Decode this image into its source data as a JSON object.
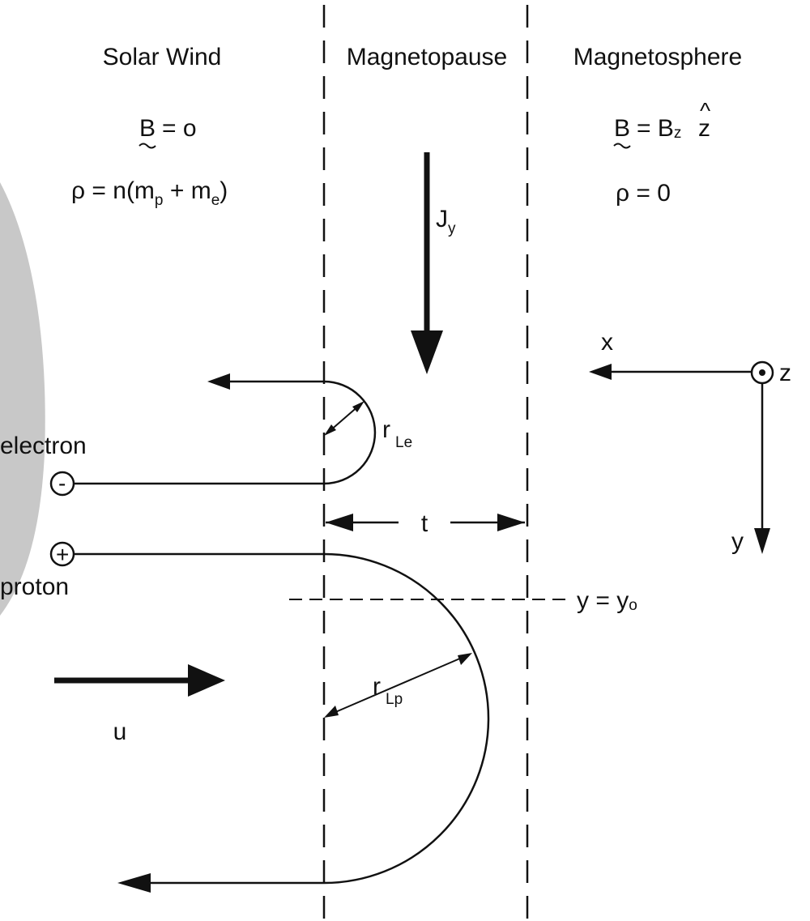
{
  "regions": {
    "left": "Solar Wind",
    "middle": "Magnetopause",
    "right": "Magnetosphere"
  },
  "solar_wind": {
    "b_symbol": "B",
    "b_value": "= o",
    "rho_prefix": "ρ = n(m",
    "rho_sub_p": "p",
    "rho_plus": " + m",
    "rho_sub_e": "e",
    "rho_close": ")"
  },
  "magnetosphere": {
    "b_symbol": "B",
    "b_eq": "= B",
    "b_sub": "z",
    "zhat": "z",
    "hat": "^",
    "rho": "ρ = 0"
  },
  "current": {
    "symbol": "J",
    "sub": "y"
  },
  "axes": {
    "x": "x",
    "y": "y",
    "z": "z"
  },
  "particles": {
    "electron_label": "electron",
    "electron_symbol": "-",
    "proton_label": "proton",
    "proton_symbol": "+"
  },
  "radii": {
    "electron_r": "r",
    "electron_sub": "Le",
    "proton_r": "r",
    "proton_sub": "Lp"
  },
  "thickness": "t",
  "y0_line": {
    "text": "y = y",
    "sub": "o"
  },
  "flow": "u",
  "colors": {
    "ink": "#111111",
    "background": "#ffffff",
    "scan_edge": "#8a8a8a"
  }
}
